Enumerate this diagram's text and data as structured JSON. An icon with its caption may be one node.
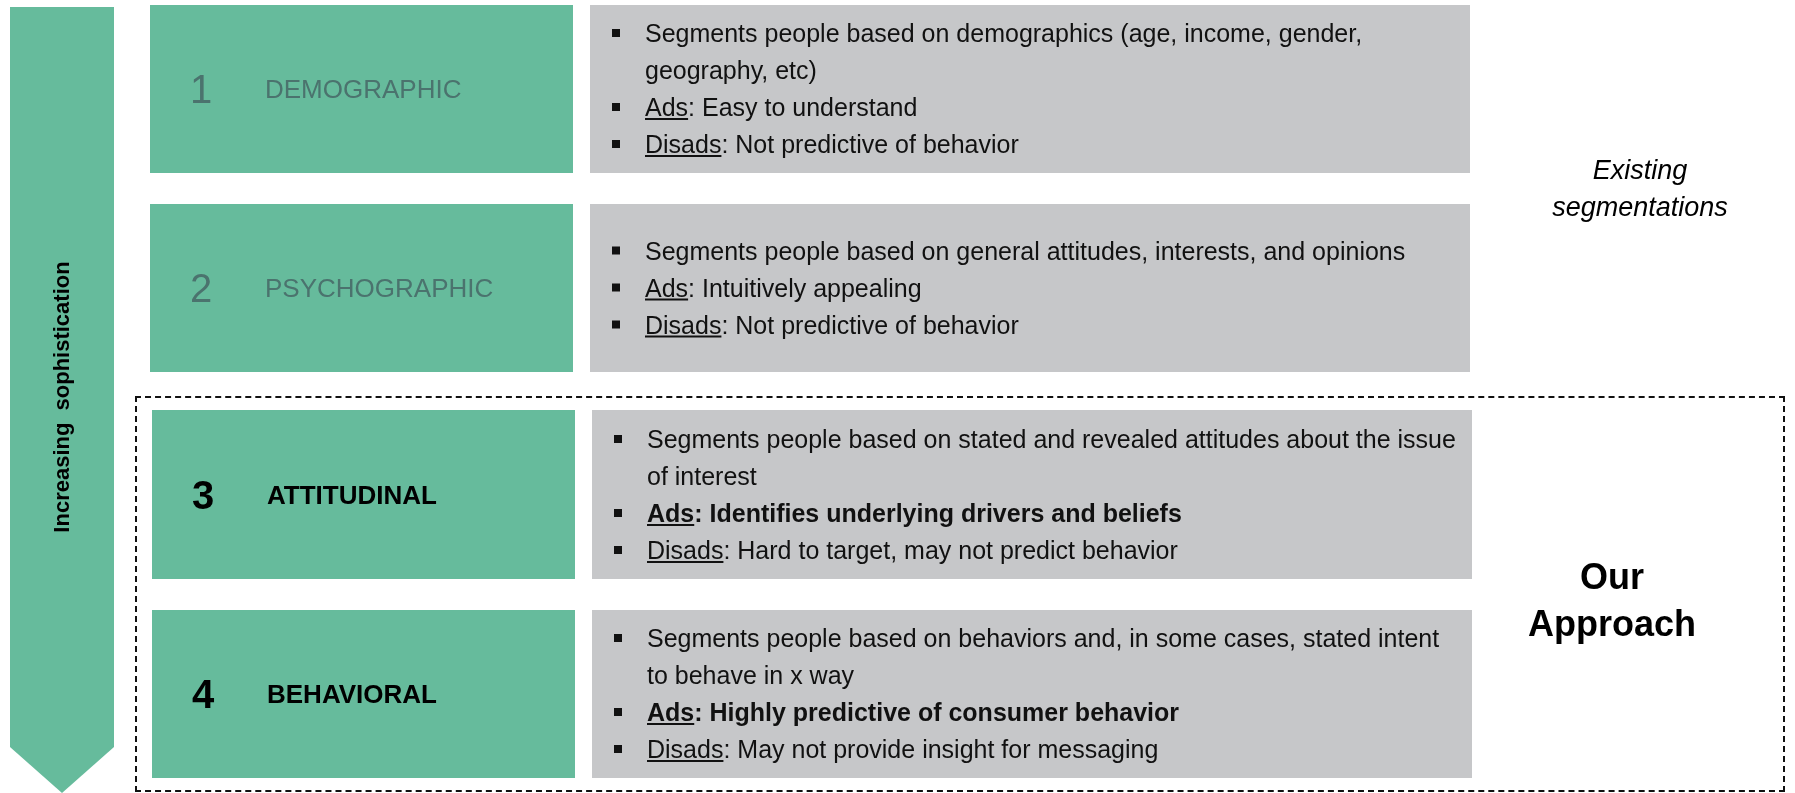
{
  "diagram": {
    "nodes": [
      {
        "text": [
          "Increasing sophistication"
        ]
      },
      {
        "text": [
          "1",
          "DEMOGRAPHIC"
        ]
      },
      {
        "text": [
          "Segments people based on demographics (age, income, gender, geography, etc)",
          "Ads: Easy to understand",
          "Disads: Not predictive of behavior"
        ]
      },
      {
        "text": [
          "2",
          "PSYCHOGRAPHIC"
        ]
      },
      {
        "text": [
          "Segments people based on general attitudes, interests, and opinions",
          "Ads: Intuitively appealing",
          "Disads: Not predictive of behavior"
        ]
      },
      {
        "text": [
          "Our Approach"
        ]
      },
      {
        "text": [
          "3",
          "ATTITUDINAL"
        ],
        "in": 5
      },
      {
        "text": [
          "Segments people based on stated and revealed attitudes about the issue of interest",
          "**Ads: Identifies underlying drivers and beliefs**",
          "Disads: Hard to target, may not predict behavior"
        ],
        "in": 5
      },
      {
        "text": [
          "4",
          "BEHAVIORAL"
        ],
        "in": 5
      },
      {
        "text": [
          "Segments people based on behaviors and, in some cases, stated intent to behave in x way",
          "**Ads: Highly predictive of consumer behavior**",
          "Disads: May not provide insight for messaging"
        ],
        "in": 5
      }
    ],
    "labels": [
      "Existing segmentations"
    ]
  }
}
